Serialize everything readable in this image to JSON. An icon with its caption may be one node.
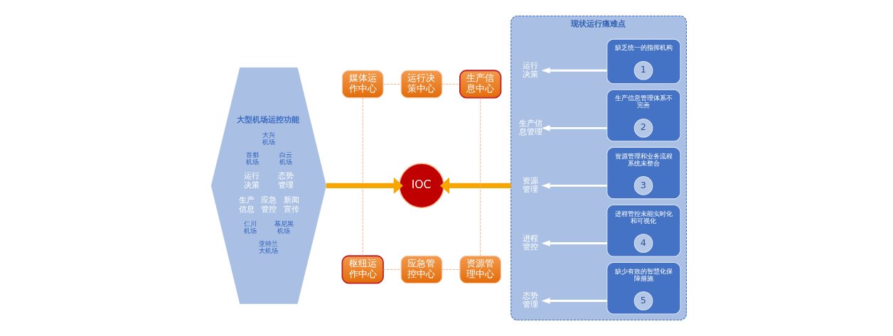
{
  "diagram": {
    "nodes": [
      {
        "text": [
          "大型机场运控功能",
          "大兴机场",
          "首都机场",
          "白云机场",
          "运行决策",
          "态势管理",
          "生产信息",
          "应急管控",
          "新闻宣传",
          "仁川机场",
          "慕尼黑机场",
          "亚特兰大机场"
        ]
      },
      {
        "text": [
          "运行决策中心"
        ]
      },
      {
        "text": [
          "媒体运作中心"
        ]
      },
      {
        "text": [
          "生产信息中心"
        ]
      },
      {
        "text": [
          "IOC"
        ]
      },
      {
        "text": [
          "枢纽运作中心"
        ]
      },
      {
        "text": [
          "资源管理中心"
        ]
      },
      {
        "text": [
          "应急管控中心"
        ]
      },
      {
        "text": [
          "现状运行痛难点"
        ]
      },
      {
        "text": [
          "运行决策"
        ],
        "in": 8
      },
      {
        "text": [
          "缺乏统一的指挥机构"
        ],
        "in": 8
      },
      {
        "text": [
          "1"
        ],
        "in": 10
      },
      {
        "text": [
          "生产信息管理"
        ],
        "in": 8
      },
      {
        "text": [
          "生产信息管理体系不完善"
        ],
        "in": 8
      },
      {
        "text": [
          "2"
        ],
        "in": 13
      },
      {
        "text": [
          "资源管理"
        ],
        "in": 8
      },
      {
        "text": [
          "资源管理和业务流程系统未整合"
        ],
        "in": 8
      },
      {
        "text": [
          "3"
        ],
        "in": 16
      },
      {
        "text": [
          "进程管控"
        ],
        "in": 8
      },
      {
        "text": [
          "进程管控未能实时化和可视化"
        ],
        "in": 8
      },
      {
        "text": [
          "4"
        ],
        "in": 19
      },
      {
        "text": [
          "态势管理"
        ],
        "in": 8
      },
      {
        "text": [
          "缺少有效的智慧化保障措施"
        ],
        "in": 8
      },
      {
        "text": [
          "5"
        ],
        "in": 22
      }
    ],
    "edges": [
      {
        "from": 0,
        "to": 4,
        "arrow": "to",
        "style": "thick",
        "color": "#f7a600"
      },
      {
        "from": 2,
        "to": 1,
        "arrow": "none",
        "style": "dashed",
        "color": "#f4b183"
      },
      {
        "from": 1,
        "to": 3,
        "arrow": "none",
        "style": "dashed",
        "color": "#f4b183"
      },
      {
        "from": 3,
        "to": 6,
        "arrow": "none",
        "style": "dashed",
        "color": "#f4b183"
      },
      {
        "from": 7,
        "to": 6,
        "arrow": "none",
        "style": "dashed",
        "color": "#f4b183"
      },
      {
        "from": 5,
        "to": 7,
        "arrow": "none",
        "style": "dashed",
        "color": "#f4b183"
      },
      {
        "from": 2,
        "to": 5,
        "arrow": "none",
        "style": "dashed",
        "color": "#f4b183"
      },
      {
        "from": 8,
        "to": 4,
        "arrow": "to",
        "style": "thick",
        "color": "#f7a600"
      },
      {
        "from": 10,
        "to": 9,
        "arrow": "to",
        "color": "#ffffff"
      },
      {
        "from": 13,
        "to": 12,
        "arrow": "to",
        "color": "#ffffff"
      },
      {
        "from": 16,
        "to": 15,
        "arrow": "to",
        "color": "#ffffff"
      },
      {
        "from": 19,
        "to": 18,
        "arrow": "to",
        "color": "#ffffff"
      },
      {
        "from": 22,
        "to": 21,
        "arrow": "to",
        "color": "#ffffff"
      }
    ]
  }
}
